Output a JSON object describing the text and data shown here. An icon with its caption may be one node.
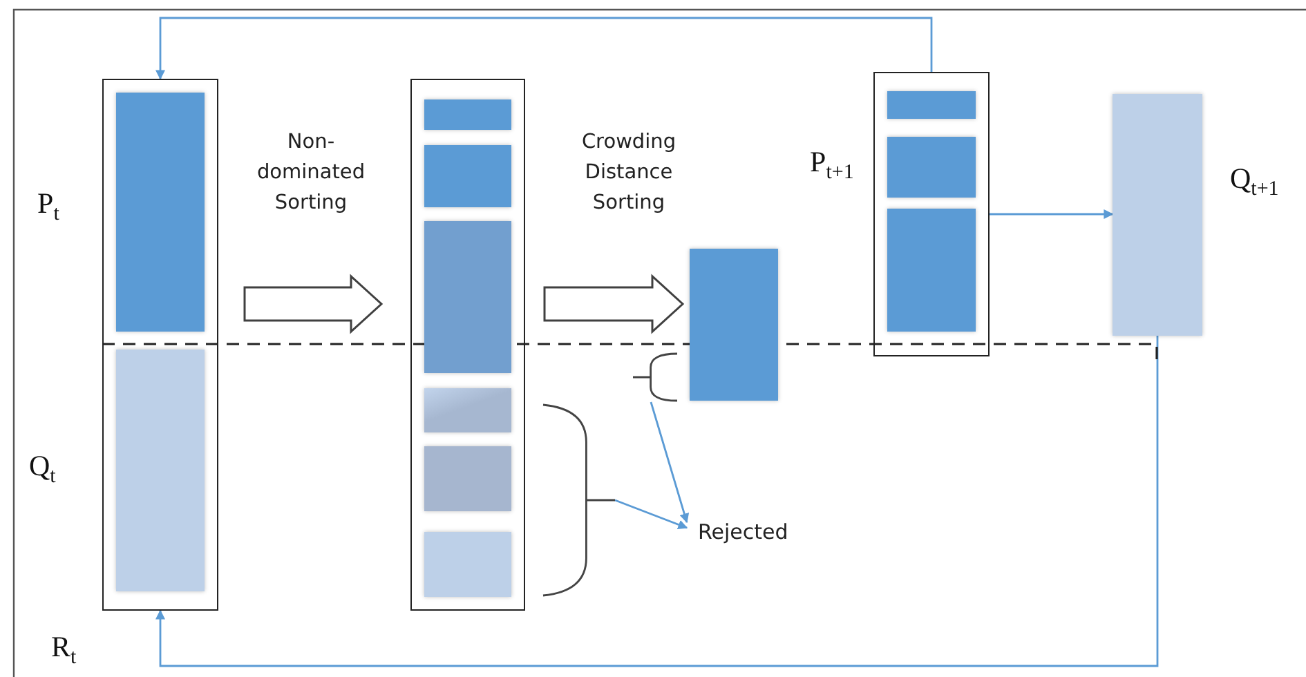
{
  "diagram": {
    "nodes": [
      {
        "text": [
          "R$_{t}$"
        ]
      },
      {
        "text": [],
        "shape": "bar",
        "in": 0,
        "beside": [
          "P$_{t}$"
        ]
      },
      {
        "text": [],
        "shape": "bar",
        "in": 0,
        "beside": [
          "Q$_{t}$"
        ]
      },
      {
        "text": [],
        "shape": "box"
      },
      {
        "text": [],
        "shape": "bar",
        "in": 3
      },
      {
        "text": [],
        "shape": "bar",
        "in": 3
      },
      {
        "text": [],
        "shape": "bar",
        "in": 3
      },
      {
        "text": [],
        "shape": "bar",
        "in": 3
      },
      {
        "text": [],
        "shape": "bar",
        "in": 3
      },
      {
        "text": [],
        "shape": "bar",
        "in": 3
      },
      {
        "text": [],
        "shape": "bar"
      },
      {
        "text": [
          "P$_{t+1}$"
        ]
      },
      {
        "text": [],
        "shape": "bar",
        "in": 11
      },
      {
        "text": [],
        "shape": "bar",
        "in": 11
      },
      {
        "text": [],
        "shape": "bar",
        "in": 11
      },
      {
        "text": [],
        "shape": "bar",
        "beside": [
          "Q$_{t+1}$"
        ]
      },
      {
        "text": [
          "Rejected"
        ]
      },
      {
        "text": [],
        "shape": "bracket"
      },
      {
        "text": [],
        "shape": "bracket"
      }
    ],
    "edges": [
      {
        "from": 0,
        "to": 3,
        "arrow": "to",
        "label": "Non- dominated Sorting",
        "style": "thick",
        "color": "#404040"
      },
      {
        "from": 3,
        "to": 10,
        "arrow": "to",
        "label": "Crowding Distance Sorting",
        "style": "thick",
        "color": "#404040"
      },
      {
        "from": 11,
        "to": 15,
        "arrow": "to"
      },
      {
        "from": 11,
        "to": 0,
        "arrow": "to"
      },
      {
        "from": 15,
        "to": 0,
        "arrow": "to"
      },
      {
        "from": 17,
        "to": 16,
        "arrow": "to"
      },
      {
        "from": 18,
        "to": 16,
        "arrow": "to"
      }
    ]
  }
}
